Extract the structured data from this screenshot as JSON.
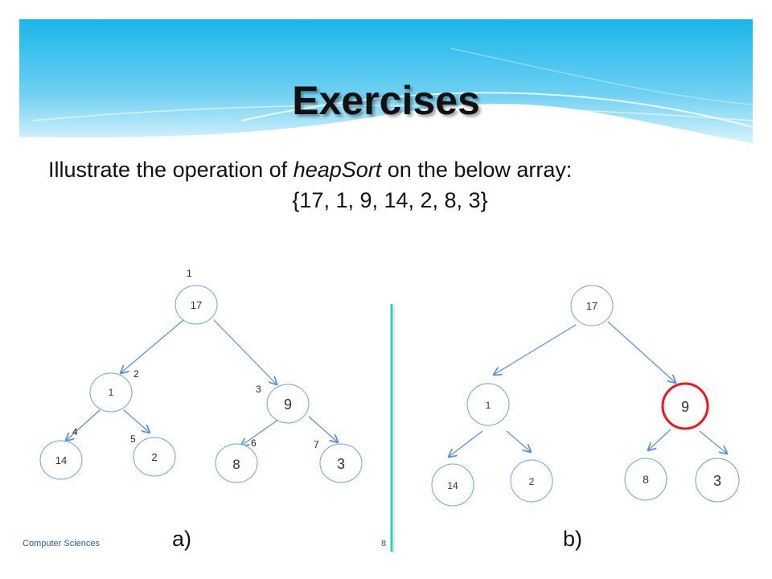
{
  "slide": {
    "title": "Exercises",
    "instruction_before": "Illustrate the operation of ",
    "instruction_emphasis": "heapSort",
    "instruction_after": " on the below array:",
    "array_text": "{17, 1, 9, 14, 2, 8, 3}",
    "footer": "Computer Sciences",
    "page_number": "8",
    "colors": {
      "banner_top": "#18b6ea",
      "banner_bottom": "#c6ecfa",
      "node_stroke": "#6fa3d8",
      "edge": "#5b8fd4",
      "divider": "#33ccbb",
      "highlight": "#e8191f"
    }
  },
  "tree_a": {
    "label": "a)",
    "nodes": [
      "17",
      "1",
      "9",
      "14",
      "2",
      "8",
      "3"
    ],
    "indices": [
      "1",
      "2",
      "3",
      "4",
      "5",
      "6",
      "7"
    ]
  },
  "tree_b": {
    "label": "b)",
    "nodes": [
      "17",
      "1",
      "9",
      "14",
      "2",
      "8",
      "3"
    ],
    "highlighted_index": 2
  }
}
